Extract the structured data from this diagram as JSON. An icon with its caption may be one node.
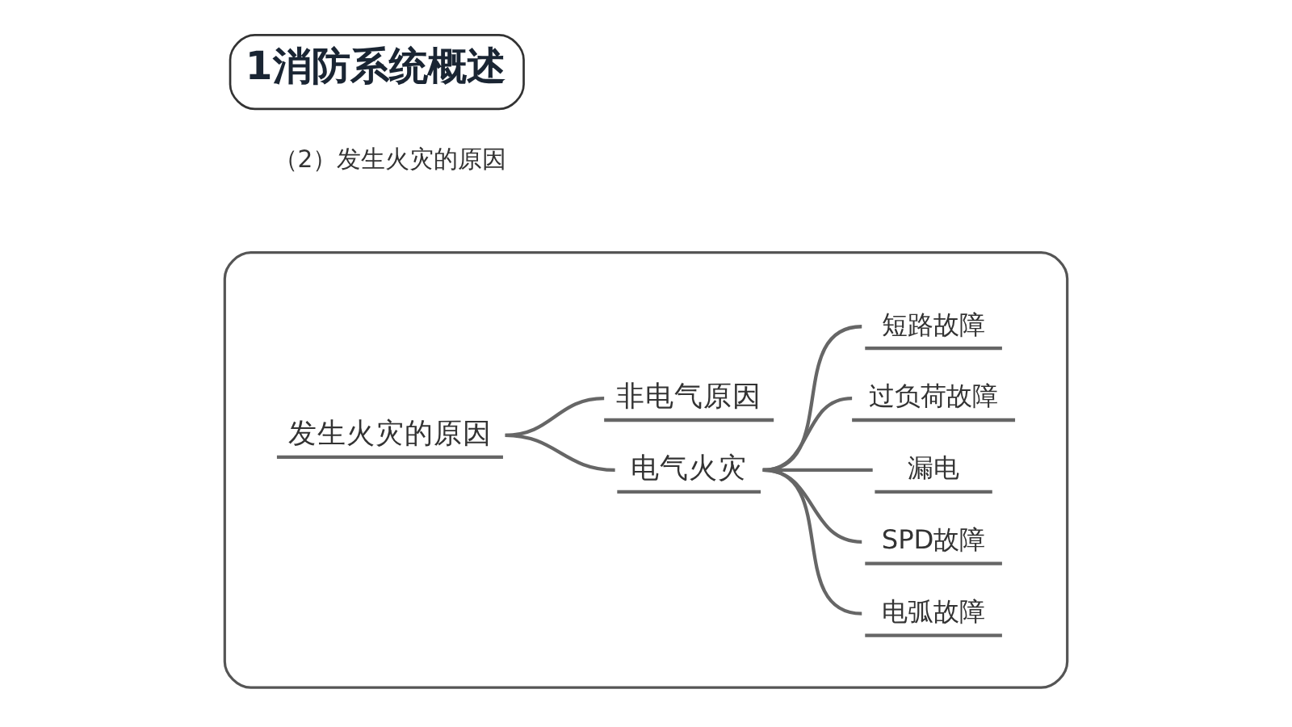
{
  "diagram": {
    "title": "1消防系统概述",
    "nodes": [
      {
        "text": [],
        "shape": "box"
      },
      {
        "text": [
          "发生火灾的原因"
        ],
        "in": 0
      },
      {
        "text": [
          "非电气原因"
        ],
        "in": 0
      },
      {
        "text": [
          "电气火灾"
        ],
        "in": 0
      },
      {
        "text": [
          "短路故障"
        ],
        "in": 0
      },
      {
        "text": [
          "过负荷故障"
        ],
        "in": 0
      },
      {
        "text": [
          "漏电"
        ],
        "in": 0
      },
      {
        "text": [
          "SPD故障"
        ],
        "in": 0
      },
      {
        "text": [
          "电弧故障"
        ],
        "in": 0
      }
    ],
    "edges": [
      {
        "from": 1,
        "to": 2,
        "arrow": "none"
      },
      {
        "from": 1,
        "to": 3,
        "arrow": "none"
      },
      {
        "from": 3,
        "to": 4,
        "arrow": "none"
      },
      {
        "from": 3,
        "to": 5,
        "arrow": "none"
      },
      {
        "from": 3,
        "to": 6,
        "arrow": "none"
      },
      {
        "from": 3,
        "to": 7,
        "arrow": "none"
      },
      {
        "from": 3,
        "to": 8,
        "arrow": "none"
      }
    ],
    "labels": [
      "（2）发生火灾的原因"
    ]
  }
}
